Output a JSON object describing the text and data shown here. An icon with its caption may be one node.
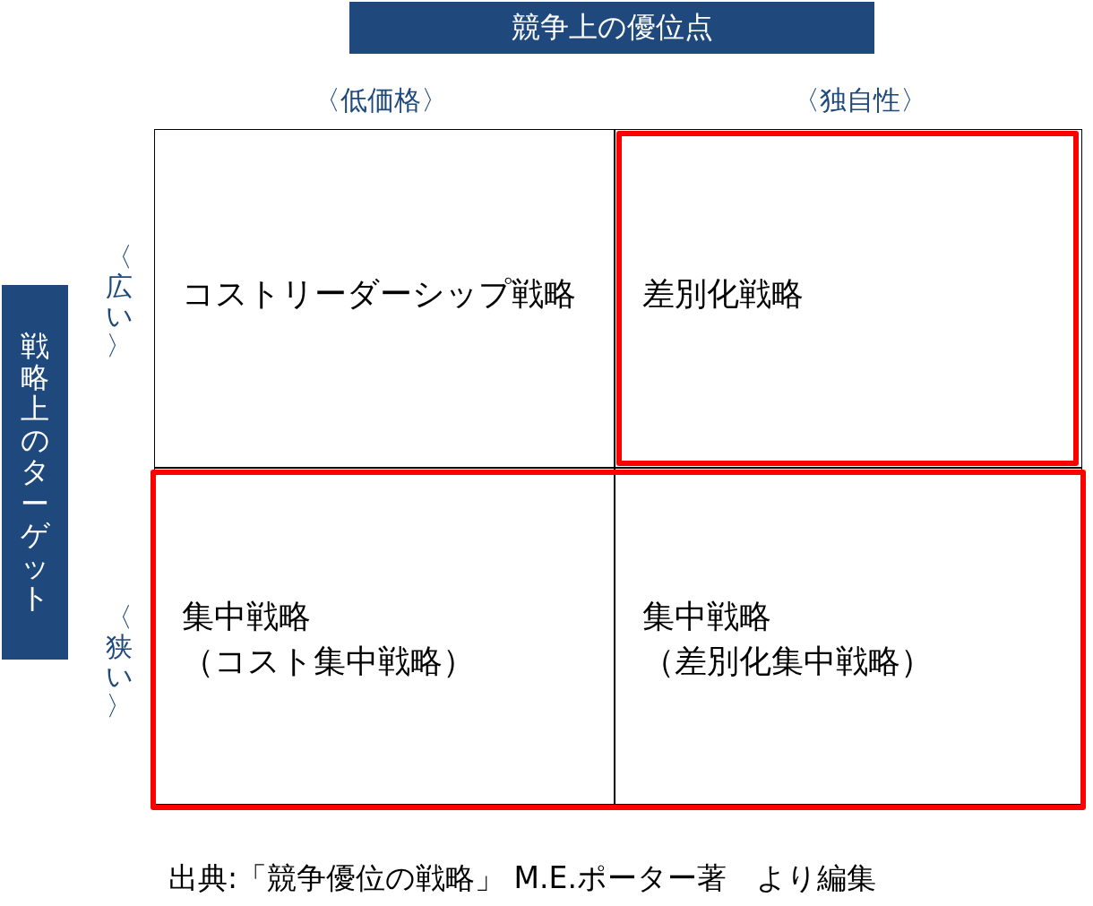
{
  "diagram": {
    "caption": "出典:「競争優位の戦略」 M.E.ポーター著　より編集",
    "nodes": [
      {
        "text": [
          "競争上の優位点"
        ]
      },
      {
        "text": [
          "戦略上のターゲット"
        ]
      },
      {
        "text": [
          "コストリーダーシップ戦略"
        ]
      },
      {
        "text": [
          "差別化戦略"
        ]
      },
      {
        "text": [
          "集中戦略",
          "（コスト集中戦略）"
        ]
      },
      {
        "text": [
          "集中戦略",
          "（差別化集中戦略）"
        ]
      }
    ],
    "labels": [
      "〈低価格〉",
      "〈独自性〉",
      "〈広い〉",
      "〈狭い〉"
    ]
  }
}
